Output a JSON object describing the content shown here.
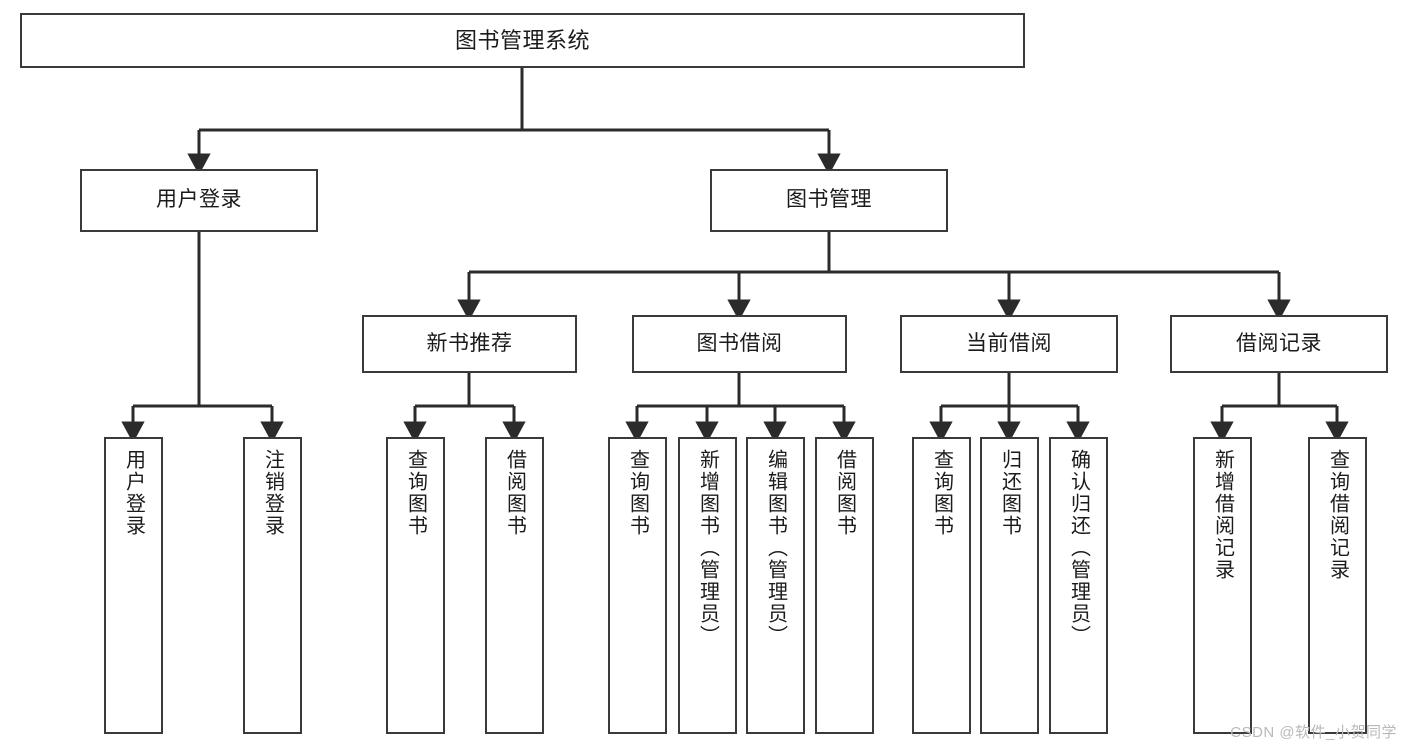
{
  "diagram": {
    "title": "图书管理系统",
    "type": "tree",
    "watermark": "CSDN @软件_小贺同学",
    "colors": {
      "box_border": "#3a3a3a",
      "box_fill": "#ffffff",
      "connector": "#2b2b2b",
      "text": "#1b1b1b",
      "watermark": "#b9b9b9"
    },
    "root": {
      "label": "图书管理系统"
    },
    "level2": [
      {
        "label": "用户登录"
      },
      {
        "label": "图书管理"
      }
    ],
    "level3": [
      {
        "label": "新书推荐"
      },
      {
        "label": "图书借阅"
      },
      {
        "label": "当前借阅"
      },
      {
        "label": "借阅记录"
      }
    ],
    "leaves": {
      "user_login": [
        {
          "label": "用户登录"
        },
        {
          "label": "注销登录"
        }
      ],
      "new_book": [
        {
          "label": "查询图书"
        },
        {
          "label": "借阅图书"
        }
      ],
      "book_borrow": [
        {
          "label": "查询图书"
        },
        {
          "label": "新增图书（管理员）"
        },
        {
          "label": "编辑图书（管理员）"
        },
        {
          "label": "借阅图书"
        }
      ],
      "current_borrow": [
        {
          "label": "查询图书"
        },
        {
          "label": "归还图书"
        },
        {
          "label": "确认归还（管理员）"
        }
      ],
      "borrow_record": [
        {
          "label": "新增借阅记录"
        },
        {
          "label": "查询借阅记录"
        }
      ]
    }
  }
}
